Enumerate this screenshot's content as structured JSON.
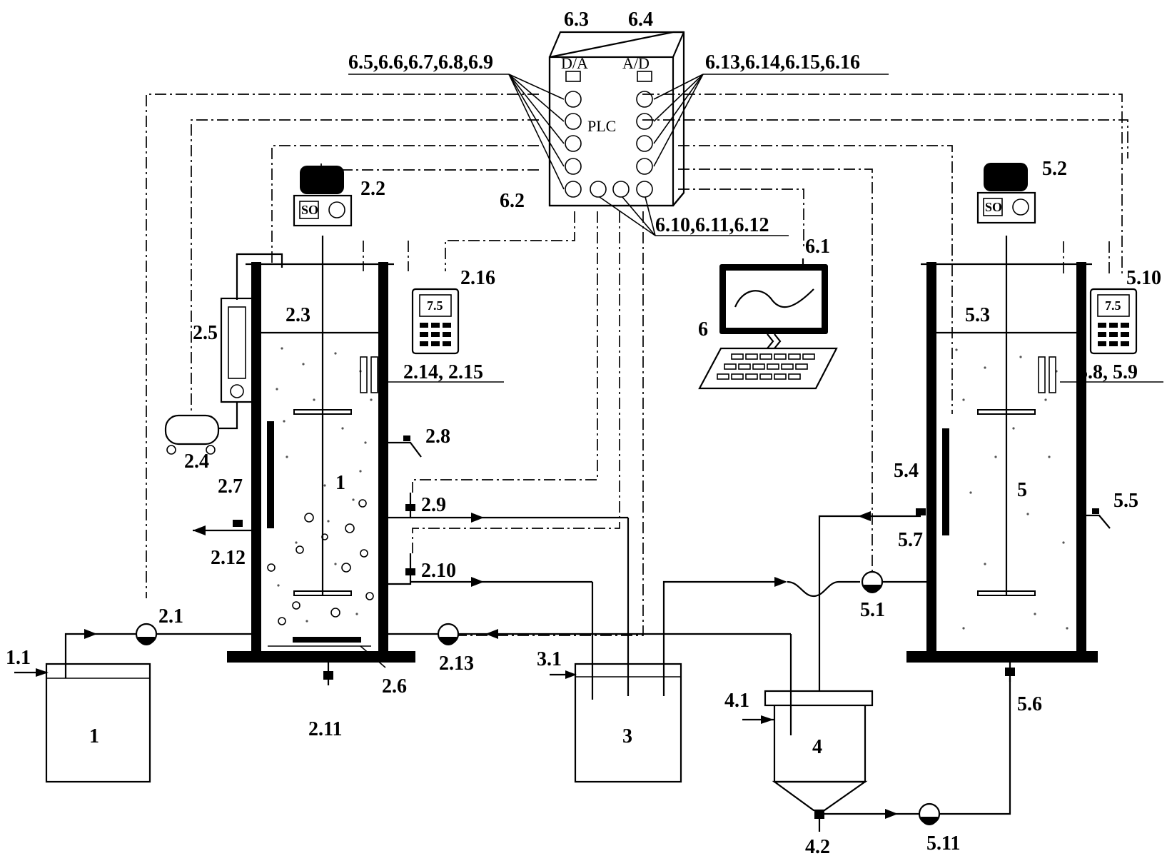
{
  "labels": {
    "tank_1": "1",
    "feed_1_1": "1.1",
    "pump_2_1": "2.1",
    "motor_2_2": "2.2",
    "level_2_3": "2.3",
    "compressor_2_4": "2.4",
    "flowmeter_2_5": "2.5",
    "aerator_2_6": "2.6",
    "gauge_2_7": "2.7",
    "tap_2_8": "2.8",
    "valve_2_9": "2.9",
    "valve_2_10": "2.10",
    "drain_2_11": "2.11",
    "valve_2_12": "2.12",
    "pump_2_13": "2.13",
    "probes_2_14_2_15": "2.14, 2.15",
    "meter_2_16": "2.16",
    "reactor_1": "1",
    "tank_3": "3",
    "feed_3_1": "3.1",
    "settler_4": "4",
    "feed_4_1": "4.1",
    "outlet_4_2": "4.2",
    "reactor_5": "5",
    "pump_5_1": "5.1",
    "motor_5_2": "5.2",
    "level_5_3": "5.3",
    "gauge_5_4": "5.4",
    "tap_5_5": "5.5",
    "drain_5_6": "5.6",
    "valve_5_7": "5.7",
    "probes_5_8_5_9": "5.8, 5.9",
    "meter_5_10": "5.10",
    "pump_5_11": "5.11",
    "computer_6": "6",
    "computer_port_6_1": "6.1",
    "controller_6_2": "6.2",
    "da_module_6_3": "6.3",
    "ad_module_6_4": "6.4",
    "da_outputs": "6.5,6.6,6.7,6.8,6.9",
    "relay_outputs": "6.10,6.11,6.12",
    "ad_inputs": "6.13,6.14,6.15,6.16",
    "da_text": "D/A",
    "ad_text": "A/D",
    "plc_text": "PLC",
    "motor_display": "SO",
    "meter_display": "7.5"
  },
  "colors": {
    "line": "#000000",
    "background": "#ffffff",
    "screen": "#ffffff"
  },
  "icons": [
    "motor-icon",
    "pump-icon",
    "air-compressor-icon",
    "flowmeter-icon",
    "ph-meter-icon",
    "computer-monitor-icon",
    "keyboard-icon",
    "plc-cabinet-icon",
    "valve-icon",
    "tap-icon"
  ]
}
